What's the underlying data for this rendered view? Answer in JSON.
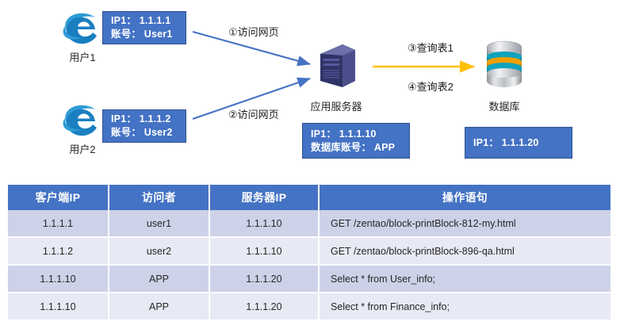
{
  "diagram": {
    "clients": [
      {
        "icon": "internet-explorer-icon",
        "label": "用户1",
        "box": {
          "line1": "IP1： 1.1.1.1",
          "line2": "账号： User1"
        }
      },
      {
        "icon": "internet-explorer-icon",
        "label": "用户2",
        "box": {
          "line1": "IP1： 1.1.1.2",
          "line2": "账号： User2"
        }
      }
    ],
    "app_server": {
      "icon": "server-tower-icon",
      "label": "应用服务器",
      "box": {
        "line1": "IP1： 1.1.1.10",
        "line2": "数据库账号： APP"
      }
    },
    "database": {
      "icon": "database-cylinder-icon",
      "label": "数据库",
      "box": {
        "line1": "IP1： 1.1.1.20"
      }
    },
    "flows": [
      {
        "label": "①访问网页",
        "color": "#4472C4"
      },
      {
        "label": "②访问网页",
        "color": "#4472C4"
      },
      {
        "label": "③查询表1",
        "color": "#FFC000"
      },
      {
        "label": "④查询表2",
        "color": "#FFC000"
      }
    ]
  },
  "table": {
    "headers": [
      "客户端IP",
      "访问者",
      "服务器IP",
      "操作语句"
    ],
    "rows": [
      {
        "client_ip": "1.1.1.1",
        "visitor": "user1",
        "server_ip": "1.1.1.10",
        "statement": "GET  /zentao/block-printBlock-812-my.html"
      },
      {
        "client_ip": "1.1.1.2",
        "visitor": "user2",
        "server_ip": "1.1.1.10",
        "statement": "GET  /zentao/block-printBlock-896-qa.html"
      },
      {
        "client_ip": "1.1.1.10",
        "visitor": "APP",
        "server_ip": "1.1.1.20",
        "statement": "Select  *  from  User_info;"
      },
      {
        "client_ip": "1.1.1.10",
        "visitor": "APP",
        "server_ip": "1.1.1.20",
        "statement": "Select  *  from  Finance_info;"
      }
    ]
  },
  "colors": {
    "header_blue": "#4472C4",
    "row_odd": "#CDD2E8",
    "row_even": "#E7EAF4",
    "arrow_blue": "#4472C4",
    "arrow_orange": "#FFC000"
  }
}
